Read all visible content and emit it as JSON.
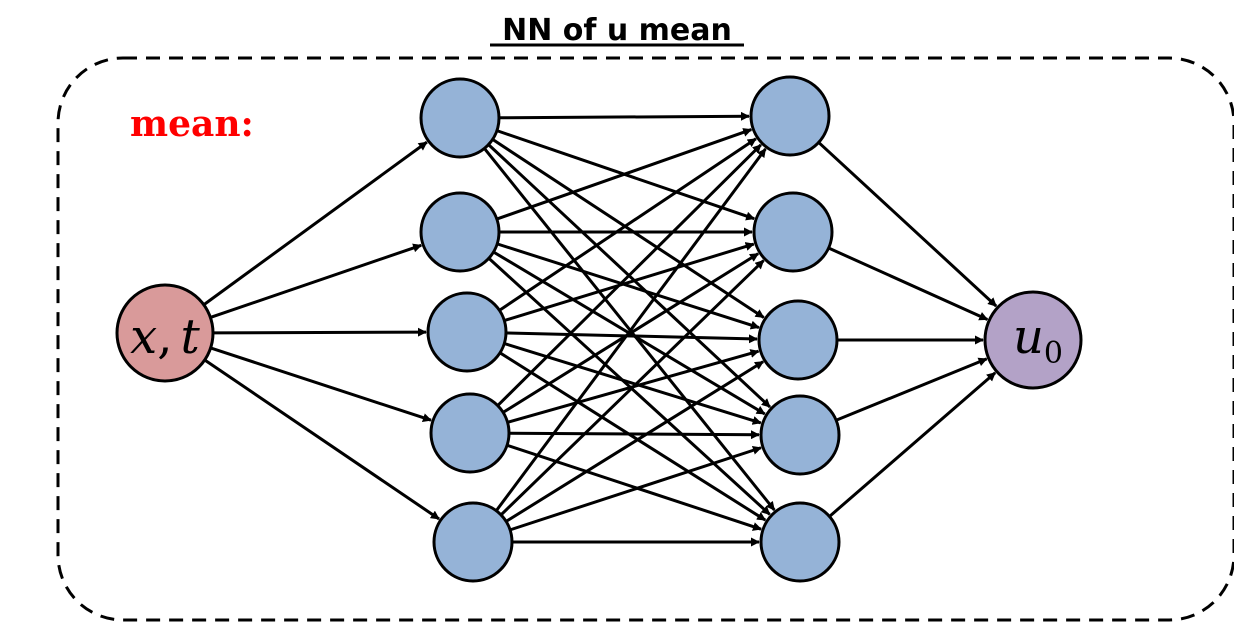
{
  "title": "NN of u mean",
  "panel_tag": {
    "label": "mean",
    "separator": ":"
  },
  "input_node": {
    "label_var1": "x",
    "label_sep": ",",
    "label_var2": "t"
  },
  "output_node": {
    "label_var": "u",
    "label_sub": "0"
  },
  "layers": {
    "input_count": 1,
    "hidden1_count": 5,
    "hidden2_count": 5,
    "output_count": 1
  },
  "colors": {
    "input_fill": "#D99A9A",
    "hidden_fill": "#95B3D7",
    "output_fill": "#B3A2C7",
    "stroke": "#000000",
    "tag_color": "#FF0000",
    "title_color": "#000000"
  }
}
